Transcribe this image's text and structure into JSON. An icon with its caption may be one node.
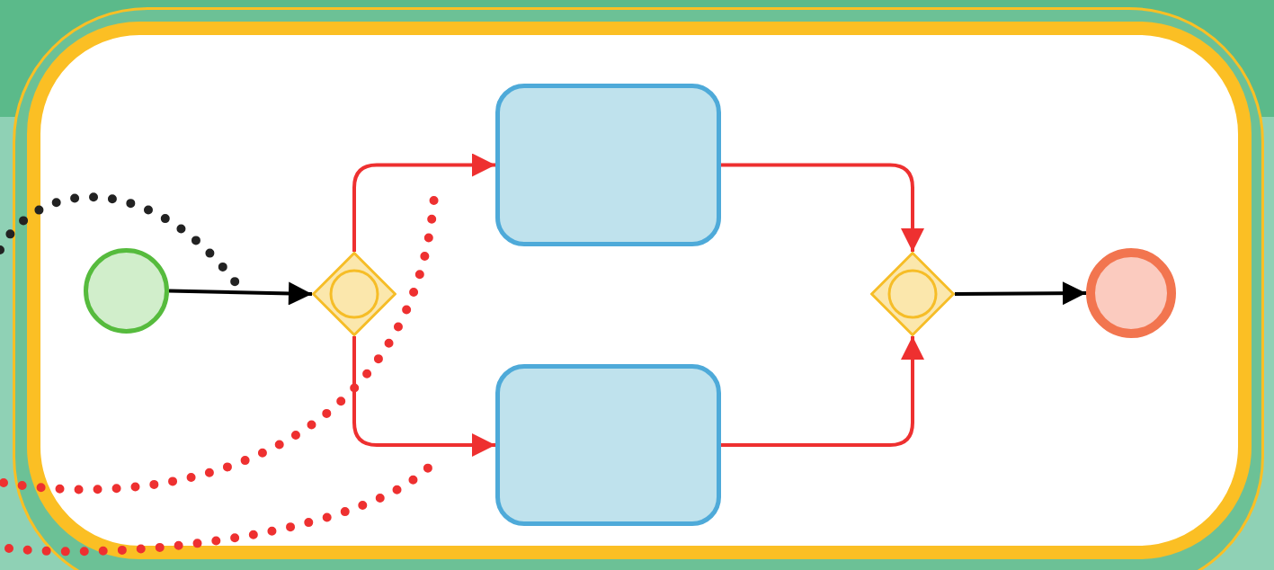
{
  "diagram": {
    "nodes": [
      {
        "text": [],
        "shape": "circle"
      },
      {
        "text": [],
        "shape": "diamond"
      },
      {
        "text": [],
        "shape": "box"
      },
      {
        "text": [],
        "shape": "box"
      },
      {
        "text": [],
        "shape": "diamond"
      },
      {
        "text": [],
        "shape": "circle"
      }
    ],
    "edges": [
      {
        "from": 0,
        "to": 1,
        "arrow": "to",
        "color": "#000000"
      },
      {
        "from": 1,
        "to": 2,
        "arrow": "to"
      },
      {
        "from": 1,
        "to": 3,
        "arrow": "to"
      },
      {
        "from": 2,
        "to": 4,
        "arrow": "to"
      },
      {
        "from": 3,
        "to": 4,
        "arrow": "to"
      },
      {
        "from": 4,
        "to": 5,
        "arrow": "to",
        "color": "#000000"
      }
    ]
  }
}
